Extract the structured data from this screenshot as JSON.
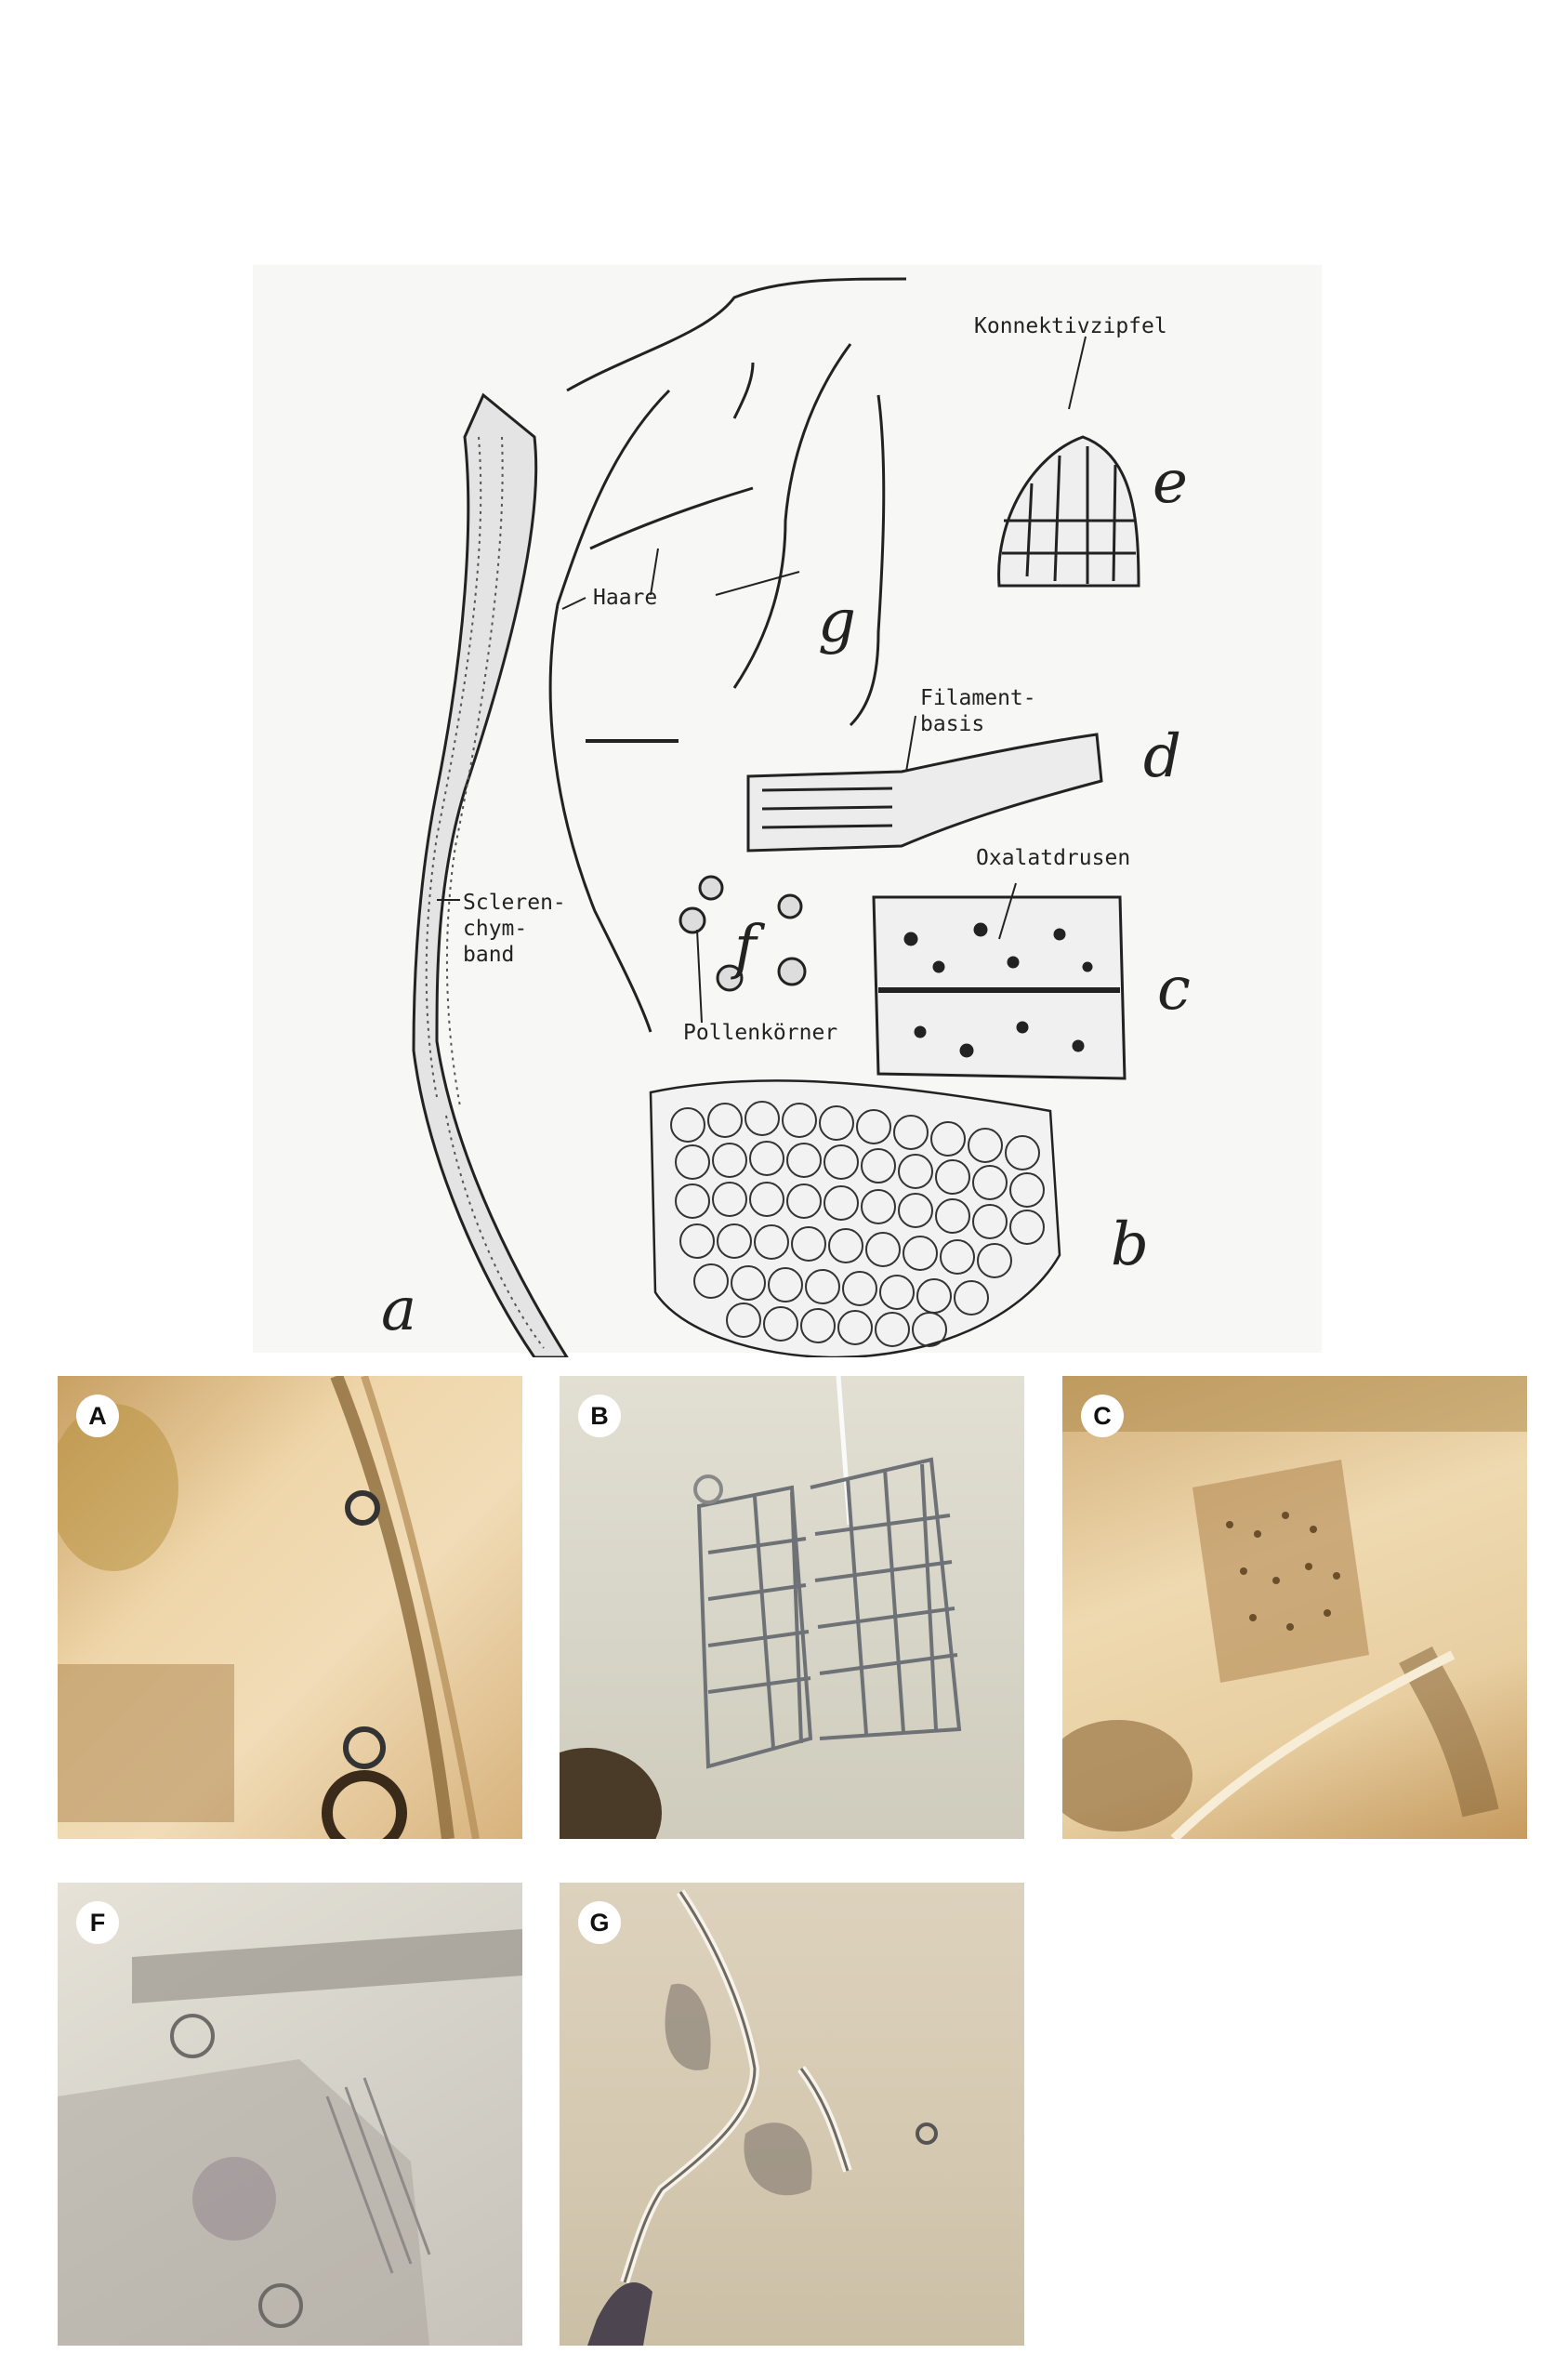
{
  "drawing": {
    "labels": {
      "konnektivzipfel": "Konnektivzipfel",
      "haare": "Haare",
      "filamentbasis_1": "Filament-",
      "filamentbasis_2": "basis",
      "oxalatdrusen": "Oxalatdrusen",
      "sclerenchym_1": "Scleren-",
      "sclerenchym_2": "chym-",
      "sclerenchym_3": "band",
      "pollenkoerner": "Pollenkörner"
    },
    "letters": {
      "a": "a",
      "b": "b",
      "c": "c",
      "d": "d",
      "e": "e",
      "f": "f",
      "g": "g"
    }
  },
  "photos": [
    {
      "label": "A",
      "tone": "#e9c99a"
    },
    {
      "label": "B",
      "tone": "#d8d6c8"
    },
    {
      "label": "C",
      "tone": "#e8c99b"
    },
    {
      "label": "F",
      "tone": "#d9d6cc"
    },
    {
      "label": "G",
      "tone": "#d6c9b1"
    }
  ],
  "colors": {
    "ink": "#222222",
    "paper": "#f7f7f5"
  }
}
